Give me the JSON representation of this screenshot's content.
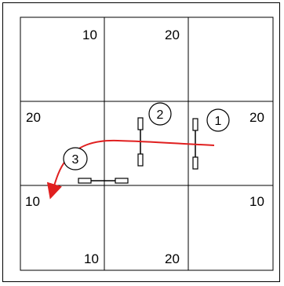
{
  "diagram": {
    "cell_labels": [
      "10",
      "20",
      "20",
      "20",
      "10",
      "10",
      "10",
      "20"
    ],
    "markers": [
      "1",
      "2",
      "3"
    ],
    "colors": {
      "line": "#000000",
      "path": "#e02020",
      "background": "#ffffff"
    }
  }
}
